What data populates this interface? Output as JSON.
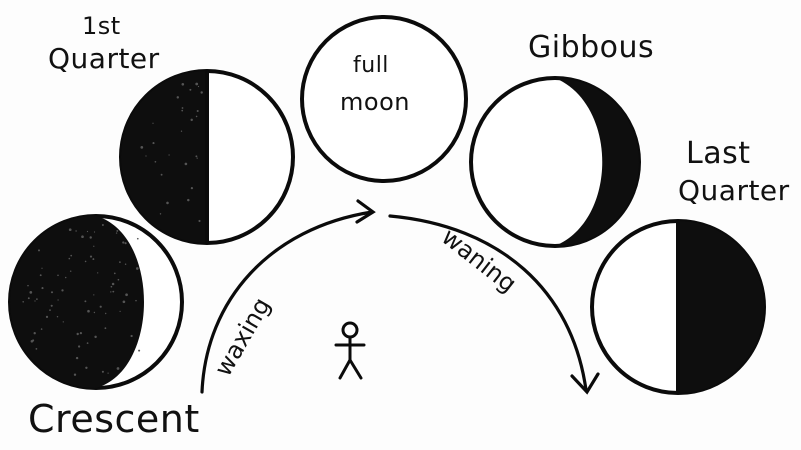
{
  "labels": {
    "first_quarter_line1": "1st",
    "first_quarter_line2": "Quarter",
    "full_moon_line1": "full",
    "full_moon_line2": "moon",
    "gibbous": "Gibbous",
    "last_quarter_line1": "Last",
    "last_quarter_line2": "Quarter",
    "crescent": "Crescent",
    "waxing": "waxing",
    "waning": "waning"
  },
  "colors": {
    "ink": "#0b0b0b",
    "paper": "#ffffff"
  }
}
